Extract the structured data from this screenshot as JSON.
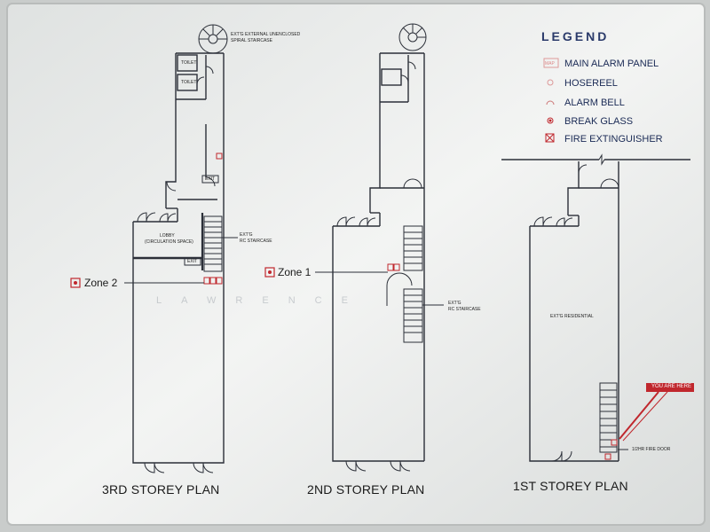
{
  "legend": {
    "title": "LEGEND",
    "items": [
      {
        "icon": "main-alarm-panel-icon",
        "code": "MAP",
        "label": "MAIN ALARM PANEL"
      },
      {
        "icon": "hosereel-icon",
        "label": "HOSEREEL"
      },
      {
        "icon": "alarm-bell-icon",
        "label": "ALARM BELL"
      },
      {
        "icon": "break-glass-icon",
        "label": "BREAK GLASS"
      },
      {
        "icon": "fire-extinguisher-icon",
        "label": "FIRE EXTINGUISHER"
      }
    ]
  },
  "plans": {
    "third": {
      "title": "3RD STOREY PLAN",
      "spiral_note_1": "EXT'G EXTERNAL UNENCLOSED",
      "spiral_note_2": "SPIRAL STAIRCASE",
      "toilet_1": "TOILET",
      "toilet_2": "TOILET",
      "exit_1": "EXIT",
      "exit_2": "EXIT",
      "lobby_1": "LOBBY",
      "lobby_2": "(CIRCULATION SPACE)",
      "stair_note_1": "EXT'G",
      "stair_note_2": "RC STAIRCASE",
      "zone": "Zone 2"
    },
    "second": {
      "title": "2ND STOREY PLAN",
      "zone": "Zone 1",
      "stair_note_1": "EXT'G",
      "stair_note_2": "RC STAIRCASE"
    },
    "first": {
      "title": "1ST STOREY PLAN",
      "residential": "EXT'G RESIDENTIAL",
      "you_are_here": "YOU ARE HERE",
      "fire_door": "1/2HR FIRE DOOR"
    }
  },
  "watermark": "LAWRENCE",
  "colors": {
    "line": "#2b2f38",
    "alarm_red": "#c0272d",
    "legend_blue": "#2a3a6a",
    "panel_white": "#f4f5f4"
  }
}
